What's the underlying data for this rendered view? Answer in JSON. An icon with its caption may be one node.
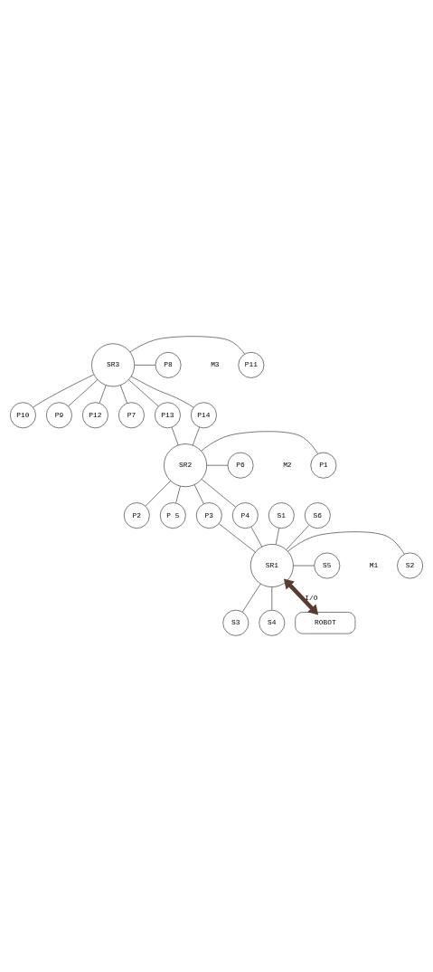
{
  "diagram": {
    "nodes": [
      {
        "text": [
          "P10"
        ]
      },
      {
        "text": [
          "P9"
        ]
      },
      {
        "text": [
          "P11"
        ]
      },
      {
        "text": [
          "SR3"
        ]
      },
      {
        "text": [
          "P8"
        ]
      },
      {
        "text": [
          "P12"
        ]
      },
      {
        "text": [
          "P7"
        ]
      },
      {
        "text": [
          "P13"
        ]
      },
      {
        "text": [
          "P14"
        ]
      },
      {
        "text": [
          "P1"
        ]
      },
      {
        "text": [
          "SR2"
        ]
      },
      {
        "text": [
          "P6"
        ]
      },
      {
        "text": [
          "P2"
        ]
      },
      {
        "text": [
          "P 5"
        ]
      },
      {
        "text": [
          "S1"
        ]
      },
      {
        "text": [
          "P3"
        ]
      },
      {
        "text": [
          "P4"
        ]
      },
      {
        "text": [
          "S6"
        ]
      },
      {
        "text": [
          "S2"
        ]
      },
      {
        "text": [
          "SR1"
        ]
      },
      {
        "text": [
          "S5"
        ]
      },
      {
        "text": [
          "S3"
        ]
      },
      {
        "text": [
          "S4"
        ]
      },
      {
        "text": [
          "ROBOT"
        ]
      }
    ],
    "edges": [
      {
        "from": 3,
        "to": 0,
        "arrow": "none"
      },
      {
        "from": 3,
        "to": 1,
        "arrow": "none"
      },
      {
        "from": 3,
        "to": 2,
        "arrow": "none"
      },
      {
        "from": 3,
        "to": 4,
        "arrow": "none"
      },
      {
        "from": 3,
        "to": 5,
        "arrow": "none"
      },
      {
        "from": 3,
        "to": 6,
        "arrow": "none"
      },
      {
        "from": 3,
        "to": 7,
        "arrow": "none"
      },
      {
        "from": 3,
        "to": 8,
        "arrow": "none"
      },
      {
        "from": 7,
        "to": 10,
        "arrow": "none"
      },
      {
        "from": 8,
        "to": 10,
        "arrow": "none"
      },
      {
        "from": 10,
        "to": 9,
        "arrow": "none"
      },
      {
        "from": 10,
        "to": 11,
        "arrow": "none"
      },
      {
        "from": 10,
        "to": 12,
        "arrow": "none"
      },
      {
        "from": 10,
        "to": 13,
        "arrow": "none"
      },
      {
        "from": 10,
        "to": 15,
        "arrow": "none"
      },
      {
        "from": 10,
        "to": 16,
        "arrow": "none"
      },
      {
        "from": 15,
        "to": 19,
        "arrow": "none"
      },
      {
        "from": 16,
        "to": 19,
        "arrow": "none"
      },
      {
        "from": 19,
        "to": 14,
        "arrow": "none"
      },
      {
        "from": 19,
        "to": 17,
        "arrow": "none"
      },
      {
        "from": 19,
        "to": 18,
        "arrow": "none"
      },
      {
        "from": 19,
        "to": 20,
        "arrow": "none"
      },
      {
        "from": 19,
        "to": 21,
        "arrow": "none"
      },
      {
        "from": 19,
        "to": 22,
        "arrow": "none"
      },
      {
        "from": 19,
        "to": 23,
        "arrow": "both",
        "label": "I/O",
        "style": "thick",
        "color": "#5a3b30"
      }
    ],
    "labels": [
      "M3",
      "M2",
      "M1"
    ]
  }
}
